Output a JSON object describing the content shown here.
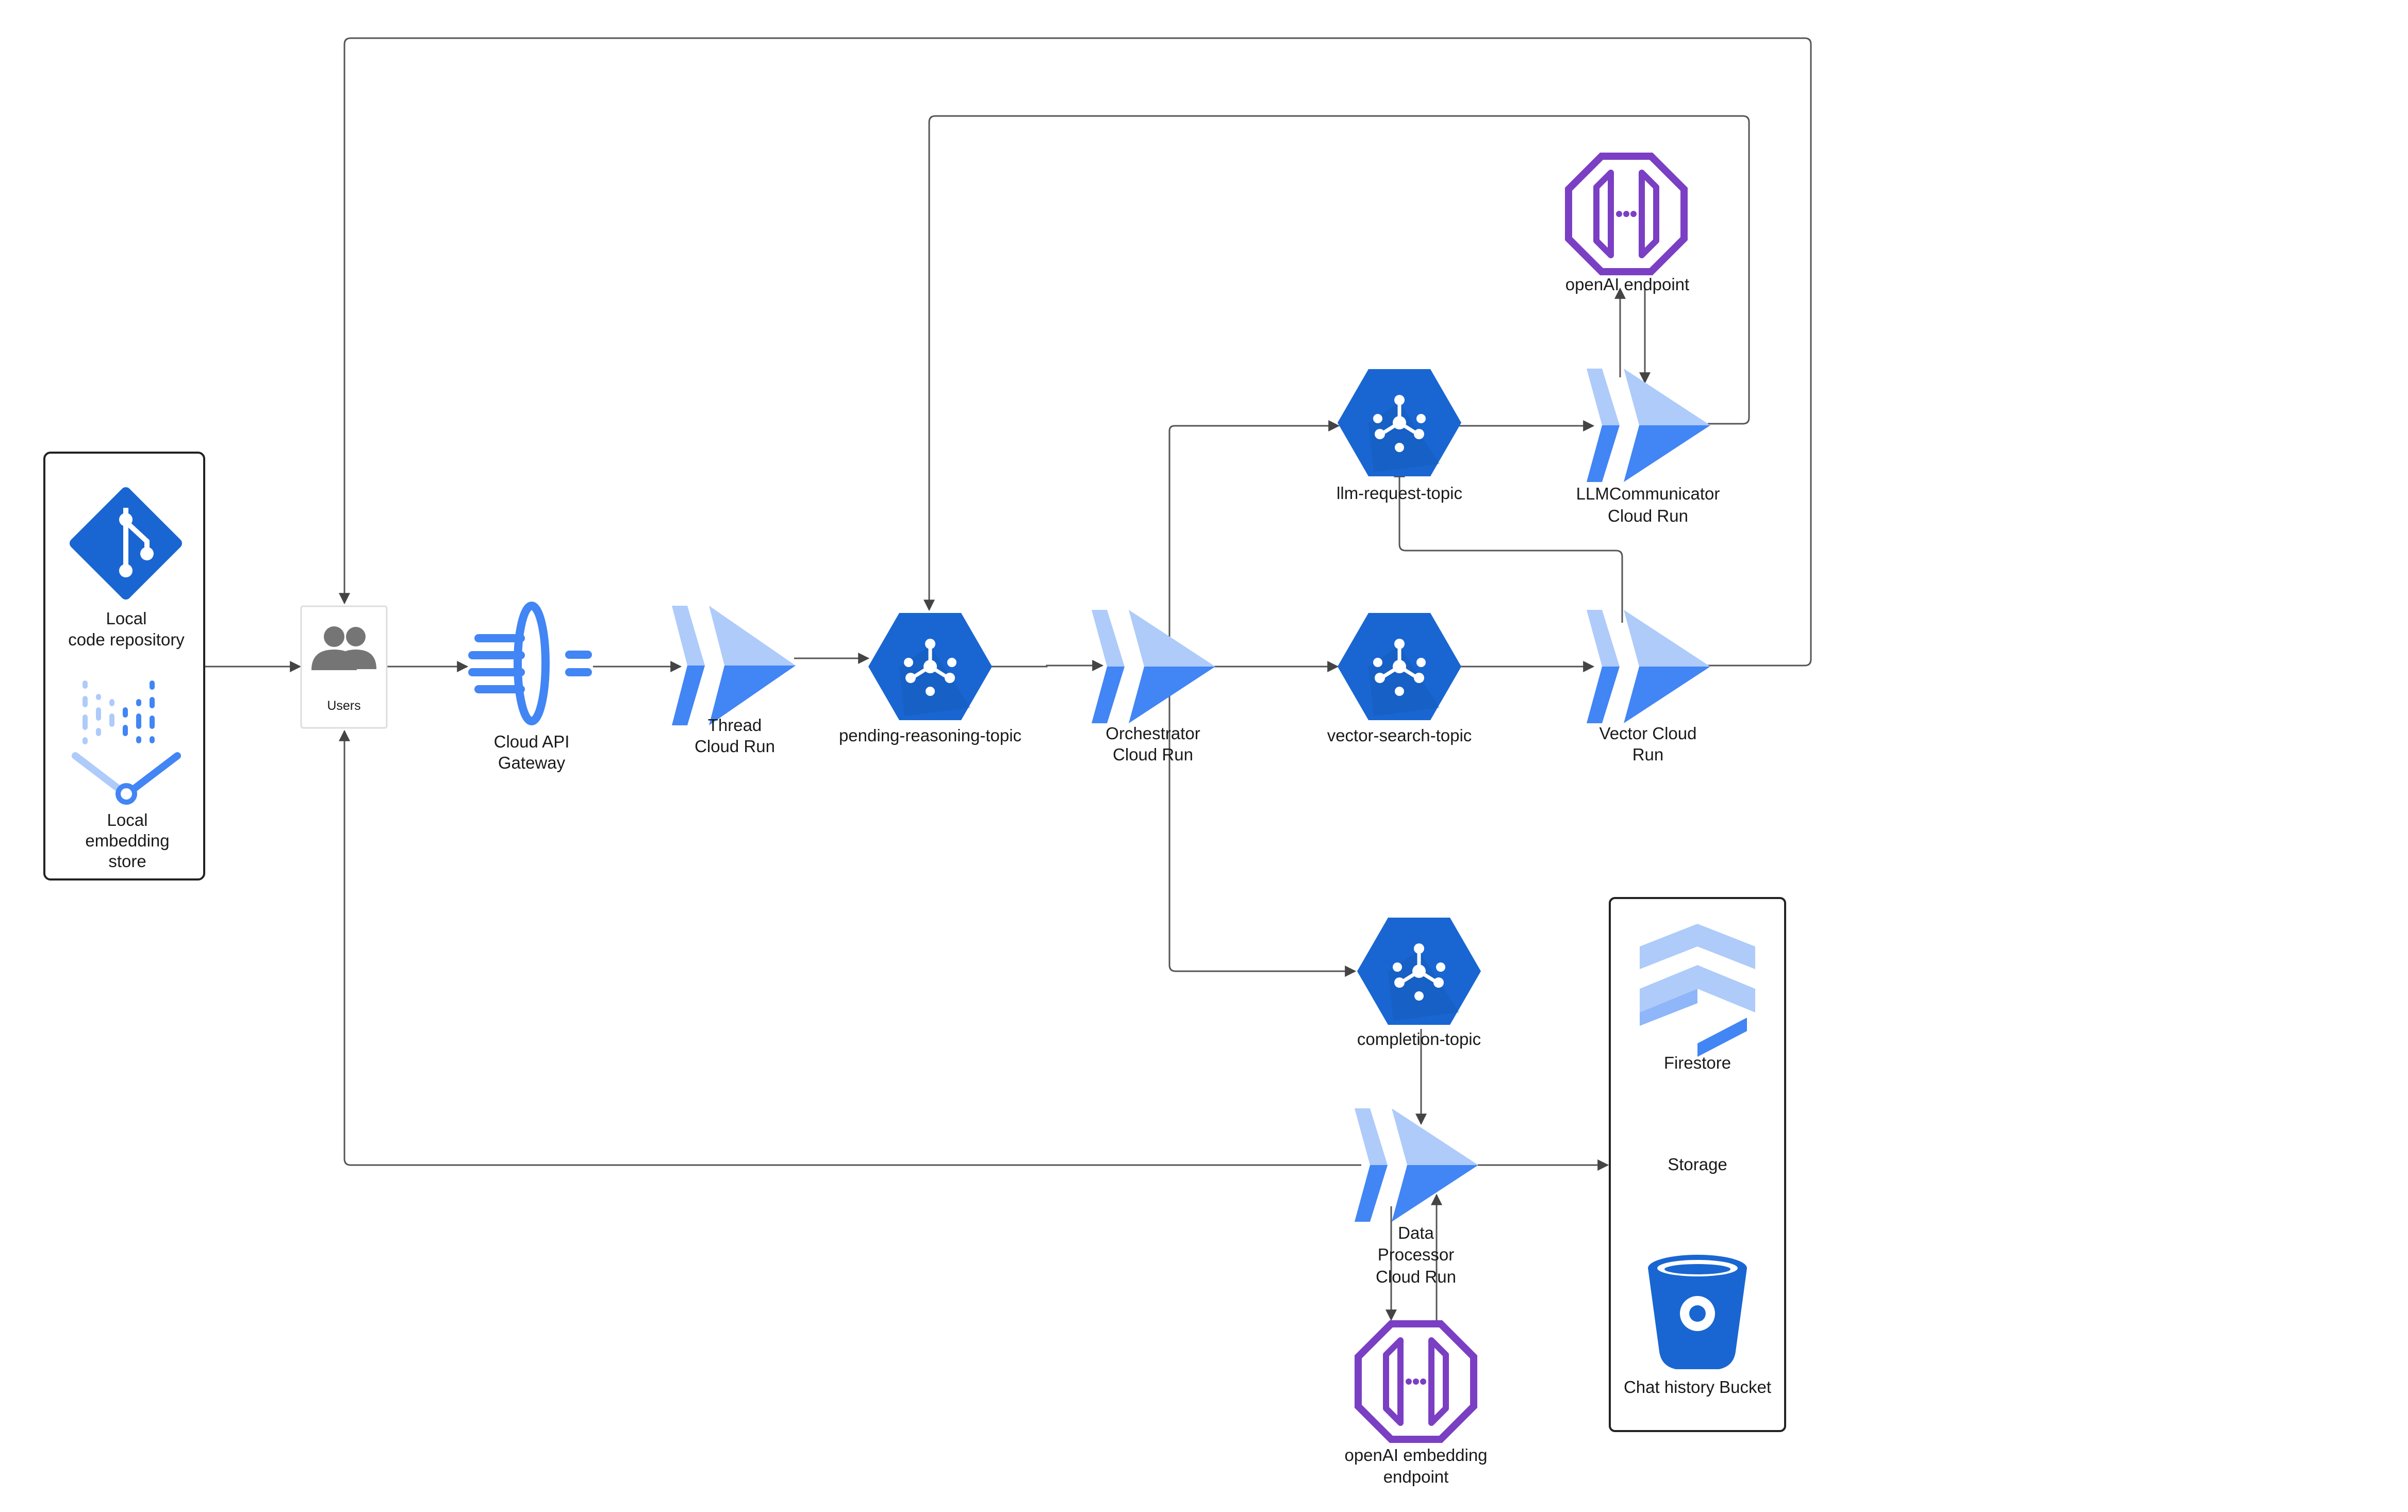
{
  "colors": {
    "gcp_dark": "#1966D2",
    "gcp_mid": "#4285F4",
    "gcp_light": "#AECBFA",
    "openai_purple": "#7B3FC4",
    "edge": "#555555",
    "users_gray": "#757575"
  },
  "local_group": {
    "code_repo_label": [
      "Local",
      "code repository"
    ],
    "embedding_label": [
      "Local",
      "embedding",
      "store"
    ]
  },
  "nodes": {
    "users": {
      "label": "Users",
      "icon": "users-icon"
    },
    "api_gateway": {
      "label": [
        "Cloud API",
        "Gateway"
      ],
      "icon": "api-gateway-icon"
    },
    "thread_run": {
      "label": [
        "Thread",
        "Cloud Run"
      ],
      "icon": "cloud-run-icon"
    },
    "pending_topic": {
      "label": "pending-reasoning-topic",
      "icon": "pubsub-icon"
    },
    "orchestrator_run": {
      "label": [
        "Orchestrator",
        "Cloud Run"
      ],
      "icon": "cloud-run-icon"
    },
    "llm_topic": {
      "label": "llm-request-topic",
      "icon": "pubsub-icon"
    },
    "llm_run": {
      "label": [
        "LLMCommunicator",
        "Cloud Run"
      ],
      "icon": "cloud-run-icon"
    },
    "openai_endpoint": {
      "label": "openAI endpoint",
      "icon": "openai-endpoint-icon"
    },
    "vector_topic": {
      "label": "vector-search-topic",
      "icon": "pubsub-icon"
    },
    "vector_run": {
      "label": [
        "Vector Cloud",
        "Run"
      ],
      "icon": "cloud-run-icon"
    },
    "completion_topic": {
      "label": "completion-topic",
      "icon": "pubsub-icon"
    },
    "data_run": {
      "label": [
        "Data",
        "Processor",
        "Cloud Run"
      ],
      "icon": "cloud-run-icon"
    },
    "openai_embedding": {
      "label": [
        "openAI embedding",
        "endpoint"
      ],
      "icon": "openai-endpoint-icon"
    }
  },
  "storage_group": {
    "firestore_label": "Firestore",
    "storage_label": "Storage",
    "bucket_label": "Chat history Bucket"
  }
}
